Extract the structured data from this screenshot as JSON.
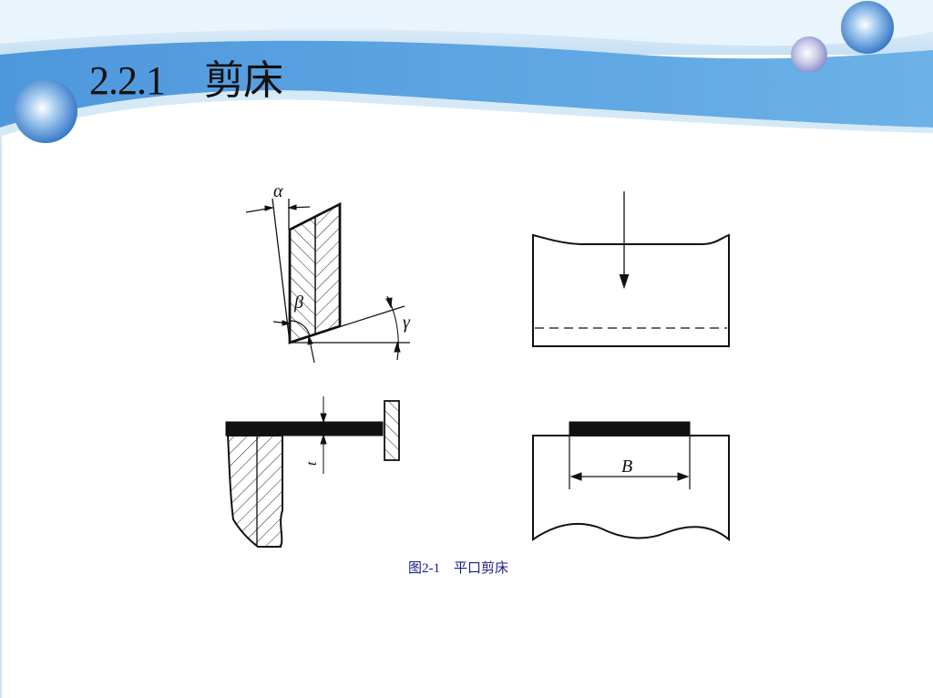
{
  "slide": {
    "title": "2.2.1　剪床",
    "caption": "图2-1　平口剪床",
    "accent_color": "#5aa6e2"
  },
  "diagram": {
    "labels": {
      "alpha": "α",
      "beta": "β",
      "gamma": "γ",
      "thickness": "t",
      "width": "B"
    }
  }
}
